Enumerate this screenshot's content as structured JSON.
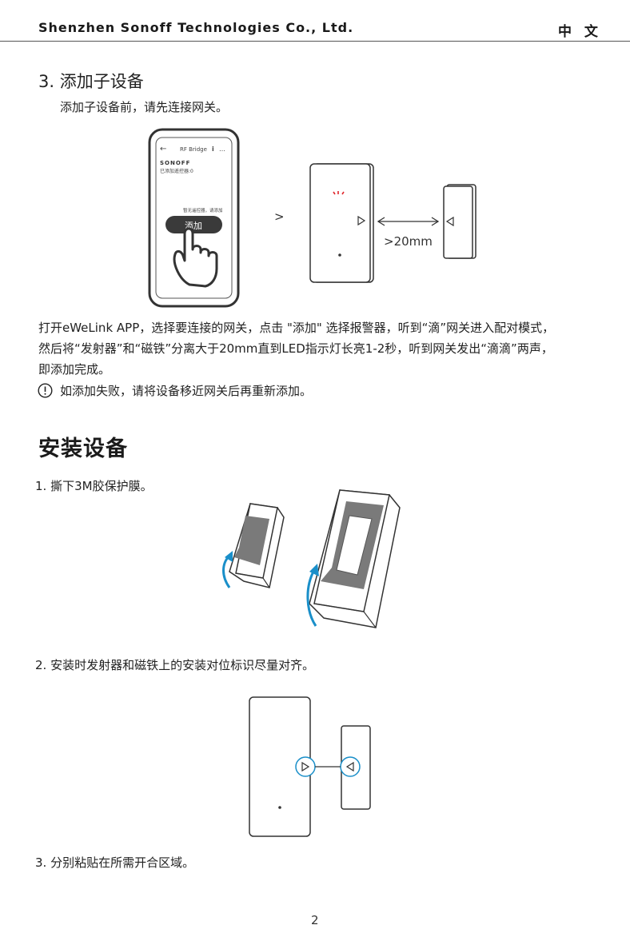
{
  "header": {
    "company": "Shenzhen Sonoff Technologies Co., Ltd.",
    "language": "中 文"
  },
  "step3_add": {
    "title": "3. 添加子设备",
    "intro": "添加子设备前，请先连接网关。",
    "phone": {
      "title": "RF Bridge",
      "info_icon": "i",
      "more_icon": "…",
      "brand": "SONOFF",
      "device_count": "已添加遥控器:0",
      "empty_hint": "暂无遥控器，请添加",
      "add_button": "添加"
    },
    "arrow_between": ">",
    "distance_label": ">20mm",
    "instructions": [
      "打开eWeLink APP，选择要连接的网关，点击 \"添加\" 选择报警器，听到“滴”网关进入配对模式，",
      "然后将“发射器”和“磁铁”分离大于20mm直到LED指示灯长亮1-2秒，听到网关发出“滴滴”两声，",
      "即添加完成。"
    ],
    "note": "如添加失败，请将设备移近网关后再重新添加。"
  },
  "install": {
    "title": "安装设备",
    "step1": "1. 撕下3M胶保护膜。",
    "step2": "2. 安装时发射器和磁铁上的安装对位标识尽量对齐。",
    "step3": "3. 分别粘贴在所需开合区域。"
  },
  "page_number": "2",
  "colors": {
    "accent_blue": "#1a8fc9",
    "led_red": "#e0242a",
    "tape_gray": "#7a7a7a"
  }
}
